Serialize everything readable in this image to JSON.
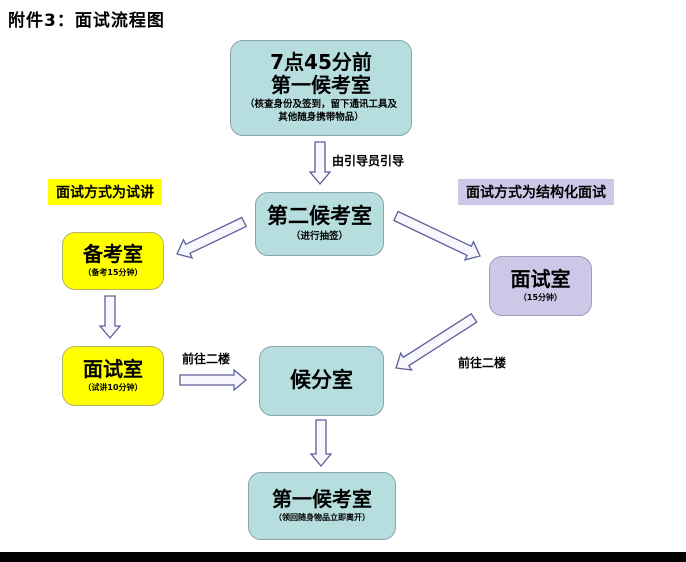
{
  "title": "附件3：面试流程图",
  "boxes": {
    "start": {
      "line1": "7点45分前",
      "line2": "第一候考室",
      "note": "（核查身份及签到，留下通讯工具及其他随身携带物品）"
    },
    "second_waiting": {
      "name": "第二候考室",
      "note": "（进行抽签）"
    },
    "prep_room": {
      "name": "备考室",
      "note": "（备考15分钟）"
    },
    "lecture_room": {
      "name": "面试室",
      "note": "（试讲10分钟）"
    },
    "structured_room": {
      "name": "面试室",
      "note": "（15分钟）"
    },
    "score_waiting": {
      "name": "候分室"
    },
    "final": {
      "name": "第一候考室",
      "note": "（领回随身物品立即离开）"
    }
  },
  "labels": {
    "guide": "由引导员引导",
    "goto_second_floor_left": "前往二楼",
    "goto_second_floor_right": "前往二楼"
  },
  "tags": {
    "lecture_mode": "面试方式为试讲",
    "structured_mode": "面试方式为结构化面试"
  },
  "colors": {
    "teal_box": "#b7dedf",
    "yellow_box": "#ffff00",
    "lavender_box": "#ccc9e8",
    "arrow_fill": "#f7f7fc",
    "arrow_stroke": "#5b5f9a"
  }
}
